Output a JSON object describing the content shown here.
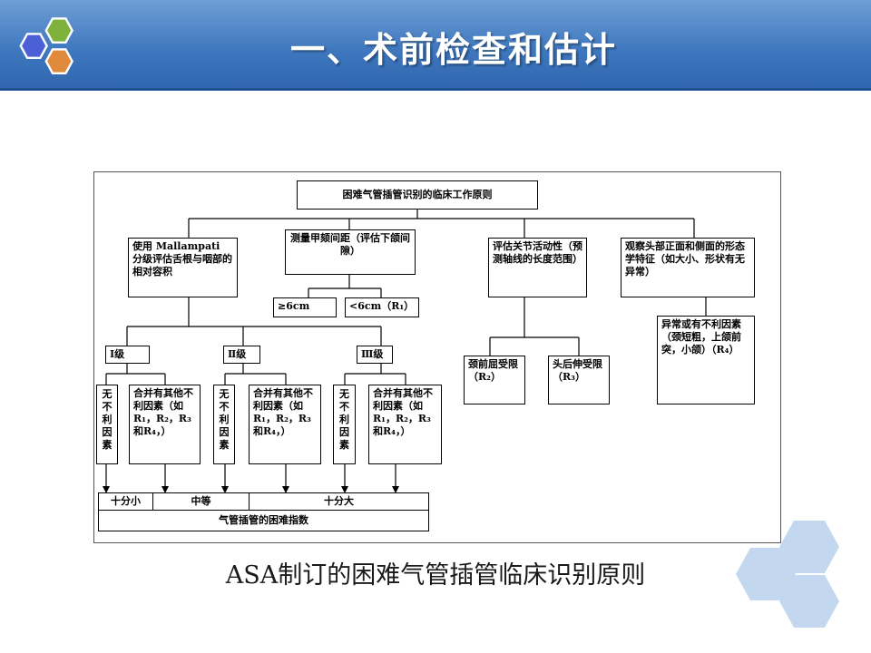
{
  "slide": {
    "title": "一、术前检查和估计",
    "caption": "ASA制订的困难气管插管临床识别原则"
  },
  "colors": {
    "header": "#3f78bf",
    "hex_blue": "#4b5fd6",
    "hex_green": "#7fb23c",
    "hex_orange": "#e08a3c",
    "hex_light": "#b9d3ee"
  },
  "diagram": {
    "root": "困难气管插管识别的临床工作原则",
    "mallampati": "使用 Mallampati 分级评估舌根与咽部的相对容积",
    "thyromental": "测量甲颏间距（评估下颌间隙）",
    "tm_ge6": "≥6cm",
    "tm_lt6": "<6cm（R₁）",
    "joint": "评估关节活动性（预测轴线的长度范围）",
    "neck_flex": "颈前屈受限（R₂）",
    "head_ext": "头后伸受限（R₃）",
    "morph": "观察头部正面和侧面的形态学特征（如大小、形状有无异常）",
    "abnormal": "异常或有不利因素（颈短粗，上颌前突，小颌）（R₄）",
    "grade1": "Ⅰ级",
    "grade2": "Ⅱ级",
    "grade3": "Ⅲ级",
    "no_factor": "无不利因素",
    "has_factor": "合并有其他不利因素（如R₁，R₂，R₃和R₄，）",
    "low": "十分小",
    "mid": "中等",
    "high": "十分大",
    "index": "气管插管的困难指数"
  }
}
